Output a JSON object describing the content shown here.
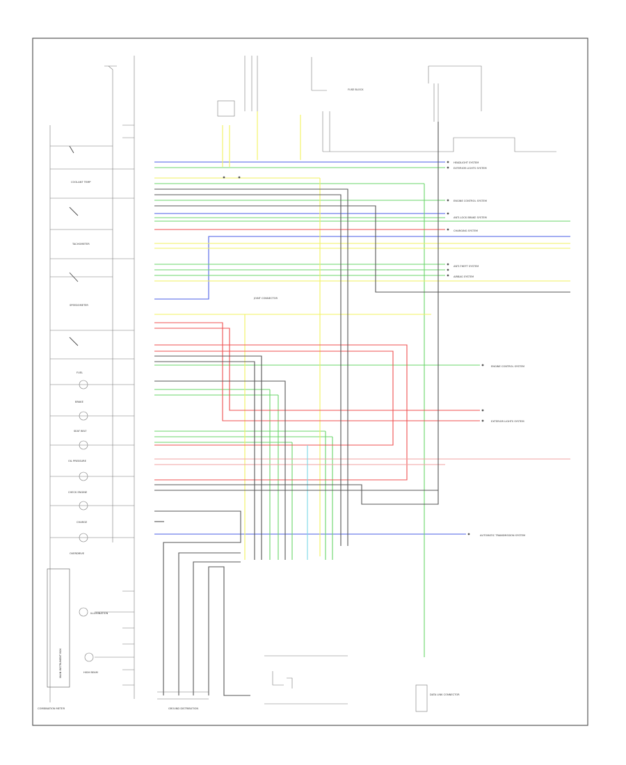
{
  "diagram": {
    "colors": {
      "frame": "#555555",
      "blue": "#4a5ee6",
      "green": "#69d469",
      "yellow": "#f2f25e",
      "red": "#ef4f4f",
      "pink": "#f2a0a0",
      "gray": "#555555",
      "cyan": "#7ad8e8"
    },
    "cluster": {
      "title": "COMBINATION METER",
      "gauges": [
        "COOLANT TEMP",
        "TACHOMETER",
        "SPEEDOMETER"
      ],
      "indicators": [
        "FUEL",
        "BRAKE",
        "SEAT BELT",
        "OIL PRESSURE",
        "CHECK ENGINE",
        "CHARGE",
        "OVERDRIVE"
      ],
      "lower_box": "MAIN INSTRUMENT BOX",
      "lower_lamps": [
        "ILLUMINATION",
        "HIGH BEAM"
      ]
    },
    "destinations": [
      "HEADLIGHT SYSTEM",
      "EXTERIOR LIGHTS SYSTEM",
      "ENGINE CONTROL SYSTEM",
      "ANTI-LOCK BRAKE SYSTEM",
      "CHARGING SYSTEM",
      "ANTI-THEFT SYSTEM",
      "AIRBAG SYSTEM",
      "ENGINE CONTROL SYSTEM",
      "EXTERIOR LIGHTS SYSTEM",
      "AUTOMATIC TRANSMISSION SYSTEM"
    ],
    "connectors": [
      "JOINT CONNECTOR",
      "FUSE BLOCK",
      "GROUND DISTRIBUTION",
      "DATA LINK CONNECTOR"
    ]
  }
}
